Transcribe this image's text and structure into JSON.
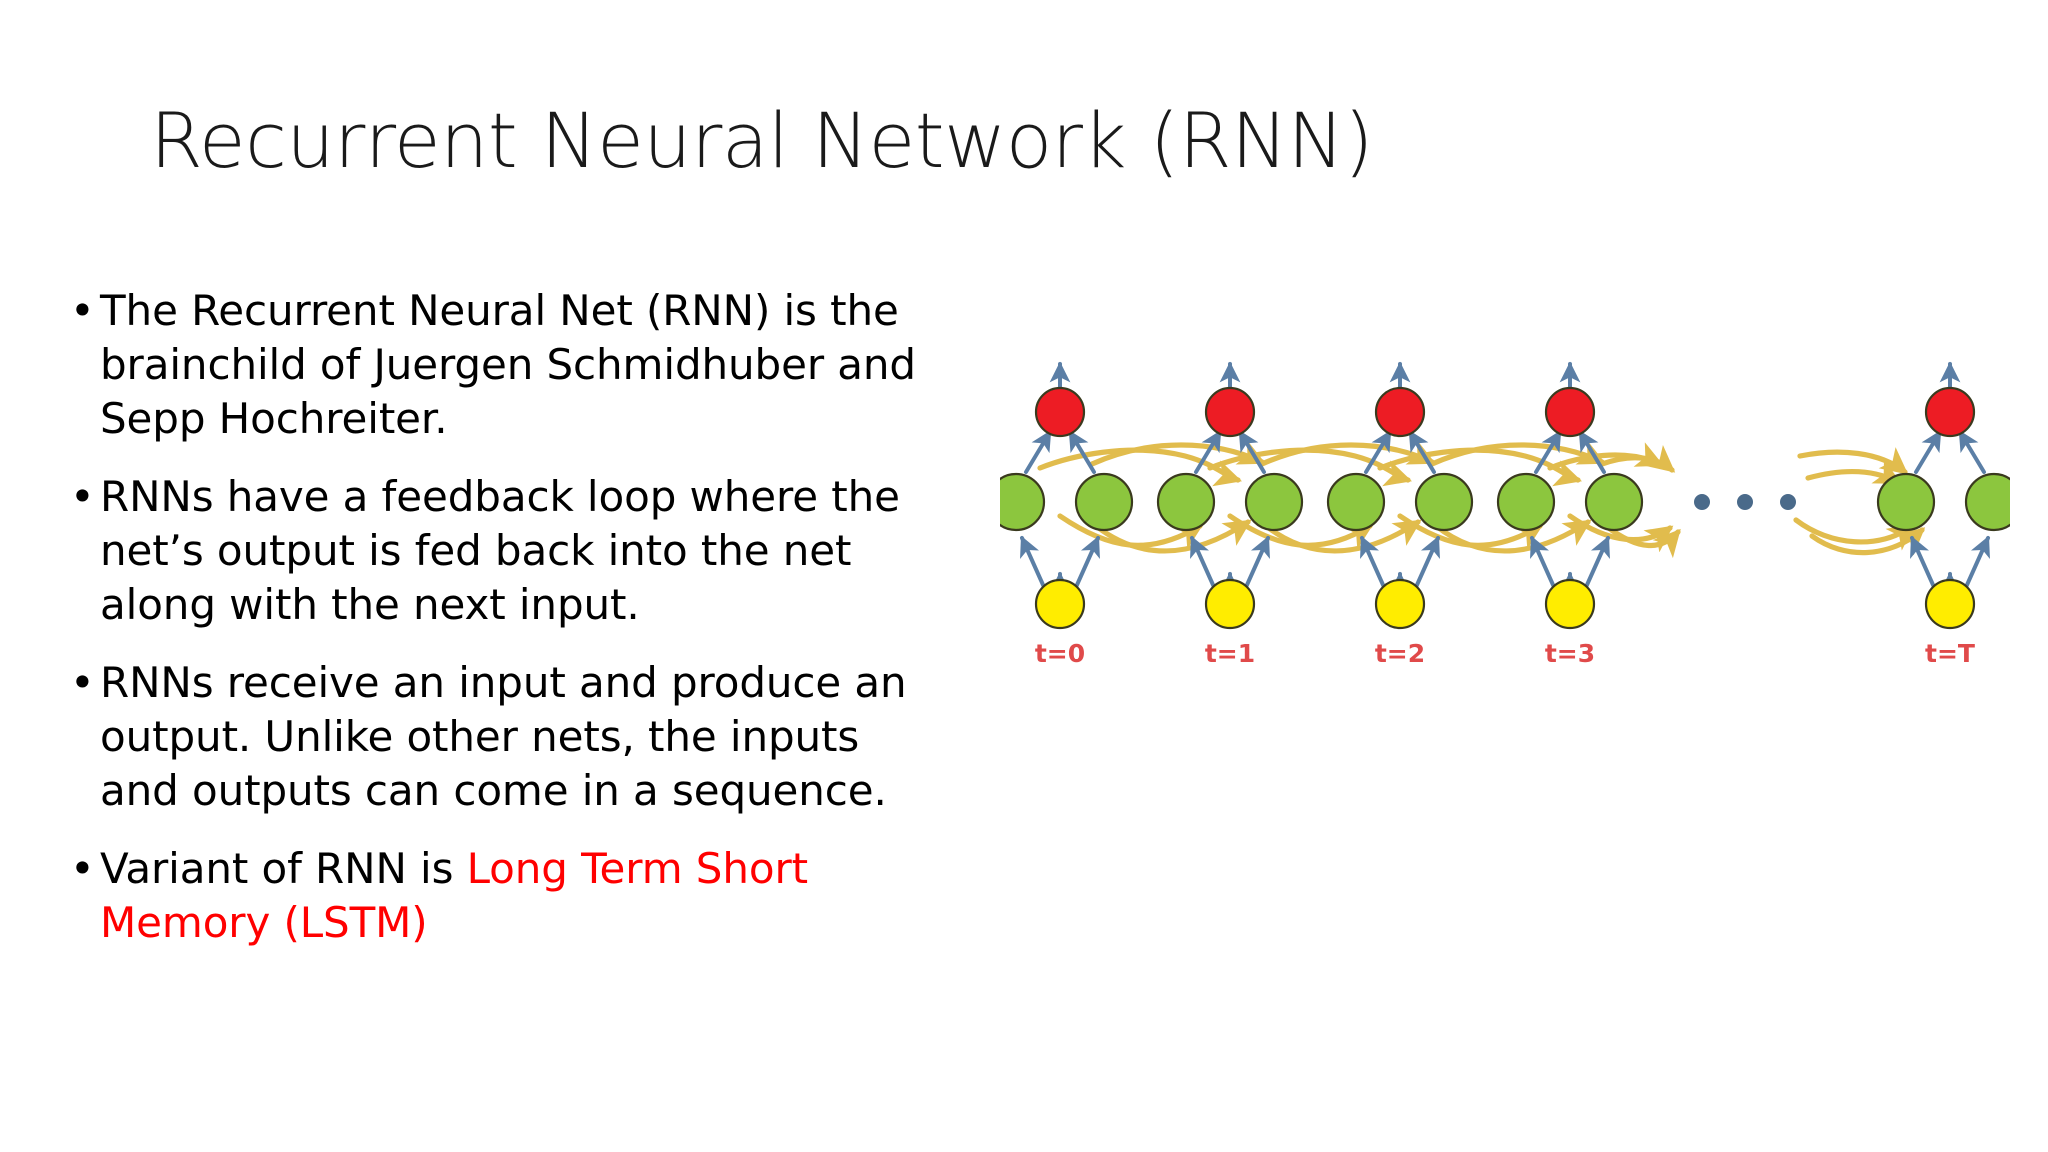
{
  "slide": {
    "title": "Recurrent Neural Network (RNN)",
    "background_color": "#FFFFFF",
    "title_color": "#1A1A1A",
    "body_text_color": "#000000",
    "accent_color": "#FF0000"
  },
  "bullets": [
    {
      "marker": "•",
      "text": "The Recurrent Neural Net (RNN) is the brainchild of Juergen Schmidhuber and Sepp Hochreiter.",
      "color": "#000000"
    },
    {
      "marker": "•",
      "text": "RNNs have a feedback loop where the net’s output is fed back into the net along with the next input.",
      "color": "#000000"
    },
    {
      "marker": "•",
      "text": "RNNs receive an input and produce an output. Unlike other nets, the inputs and outputs can come in a sequence.",
      "color": "#000000"
    },
    {
      "marker": "•",
      "text_plain": "Variant of RNN is ",
      "text_accent": "Long Term Short Memory (LSTM)",
      "color": "#000000",
      "accent_color": "#FF0000"
    }
  ],
  "diagram": {
    "name": "unrolled-rnn",
    "timestep_labels": [
      "t=0",
      "t=1",
      "t=2",
      "t=3",
      "t=T"
    ],
    "ellipsis": "• • •",
    "layers": [
      {
        "role": "input",
        "color": "#FFED00",
        "count_per_step": 1
      },
      {
        "role": "hidden",
        "color": "#8CC63E",
        "count_per_step": 2
      },
      {
        "role": "output",
        "color": "#ED1C24",
        "count_per_step": 1
      }
    ],
    "colors": {
      "node_input": "#FFED00",
      "node_hidden": "#8CC63E",
      "node_output": "#ED1C24",
      "node_stroke": "#3A3A1E",
      "feedforward_arrow": "#5B7FA6",
      "recurrent_arrow": "#E0B944",
      "label_text": "#E04A4A",
      "ellipsis_dot": "#4A6A8A"
    }
  }
}
